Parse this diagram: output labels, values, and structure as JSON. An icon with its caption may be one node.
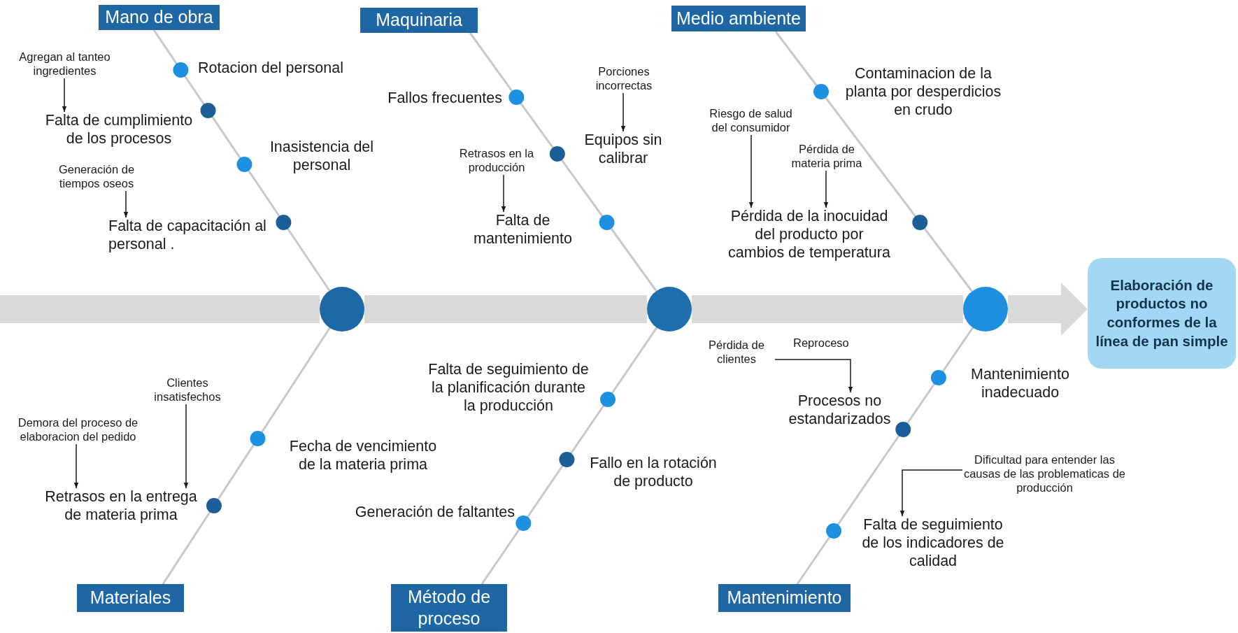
{
  "diagram": {
    "nodes": [
      {
        "text": [
          "Mano de obra"
        ]
      },
      {
        "text": [
          "Maquinaria"
        ]
      },
      {
        "text": [
          "Medio ambiente"
        ]
      },
      {
        "text": [
          "Agregan al tanteo ingredientes"
        ]
      },
      {
        "text": [
          "Rotacion del personal"
        ]
      },
      {
        "text": [
          "Falta de cumplimiento de los procesos"
        ]
      },
      {
        "text": [
          "Inasistencia del personal"
        ]
      },
      {
        "text": [
          "Generación de tiempos oseos"
        ]
      },
      {
        "text": [
          "Falta de capacitación al personal ."
        ]
      },
      {
        "text": [
          "Fallos frecuentes"
        ]
      },
      {
        "text": [
          "Porciones incorrectas"
        ]
      },
      {
        "text": [
          "Equipos sin calibrar"
        ]
      },
      {
        "text": [
          "Retrasos en la producción"
        ]
      },
      {
        "text": [
          "Falta de mantenimiento"
        ]
      },
      {
        "text": [
          "Contaminacion de la planta por desperdicios en crudo"
        ]
      },
      {
        "text": [
          "Riesgo de salud del consumidor"
        ]
      },
      {
        "text": [
          "Pérdida de materia prima"
        ]
      },
      {
        "text": [
          "Pérdida de la inocuidad del producto por cambios de temperatura"
        ]
      },
      {
        "text": [],
        "shape": "circle"
      },
      {
        "text": [],
        "shape": "circle"
      },
      {
        "text": [],
        "shape": "circle"
      },
      {
        "text": [
          "Elaboración de productos no conformes de la línea de pan simple"
        ]
      },
      {
        "text": [
          "Pérdida de clientes"
        ]
      },
      {
        "text": [
          "Procesos no estandarizados"
        ]
      },
      {
        "text": [
          "Mantenimiento inadecuado"
        ]
      },
      {
        "text": [
          "Falta de seguimiento de la planificación durante la producción"
        ]
      },
      {
        "text": [
          "Clientes insatisfechos"
        ]
      },
      {
        "text": [
          "Demora del proceso de elaboracion del pedido"
        ]
      },
      {
        "text": [
          "Fecha de vencimiento de la materia prima"
        ]
      },
      {
        "text": [
          "Retrasos en la entrega de materia prima"
        ]
      },
      {
        "text": [
          "Fallo en la rotación de producto"
        ]
      },
      {
        "text": [
          "Generación de faltantes"
        ]
      },
      {
        "text": [
          "Dificultad para entender las causas de las problematicas de producción"
        ]
      },
      {
        "text": [
          "Falta de seguimiento de los indicadores de calidad"
        ]
      },
      {
        "text": [
          "Materiales"
        ]
      },
      {
        "text": [
          "Método de proceso"
        ]
      },
      {
        "text": [
          "Mantenimiento"
        ]
      }
    ],
    "edges": [
      {
        "from": null,
        "to": 18,
        "arrow": "none",
        "style": "thick",
        "color": "#d9d9d9"
      },
      {
        "from": 18,
        "to": 19,
        "arrow": "none",
        "style": "thick",
        "color": "#d9d9d9"
      },
      {
        "from": 19,
        "to": 20,
        "arrow": "none",
        "style": "thick",
        "color": "#d9d9d9"
      },
      {
        "from": 20,
        "to": 21,
        "arrow": "to",
        "style": "thick",
        "color": "#d9d9d9"
      },
      {
        "from": 0,
        "to": 18,
        "arrow": "none",
        "color": "#c8c8c8"
      },
      {
        "from": 1,
        "to": 19,
        "arrow": "none",
        "color": "#c8c8c8"
      },
      {
        "from": 2,
        "to": 20,
        "arrow": "none",
        "color": "#c8c8c8"
      },
      {
        "from": 34,
        "to": 18,
        "arrow": "none",
        "color": "#c8c8c8"
      },
      {
        "from": 35,
        "to": 19,
        "arrow": "none",
        "color": "#c8c8c8"
      },
      {
        "from": 36,
        "to": 20,
        "arrow": "none",
        "color": "#c8c8c8"
      },
      {
        "from": 3,
        "to": 5,
        "arrow": "to"
      },
      {
        "from": 7,
        "to": 8,
        "arrow": "to"
      },
      {
        "from": 10,
        "to": 11,
        "arrow": "to"
      },
      {
        "from": 12,
        "to": 13,
        "arrow": "to"
      },
      {
        "from": 15,
        "to": 17,
        "arrow": "to"
      },
      {
        "from": 16,
        "to": 17,
        "arrow": "to"
      },
      {
        "from": 22,
        "to": 23,
        "arrow": "to",
        "label": "Reproceso"
      },
      {
        "from": 26,
        "to": 29,
        "arrow": "to"
      },
      {
        "from": 27,
        "to": 29,
        "arrow": "to"
      },
      {
        "from": 32,
        "to": 33,
        "arrow": "to"
      }
    ]
  }
}
